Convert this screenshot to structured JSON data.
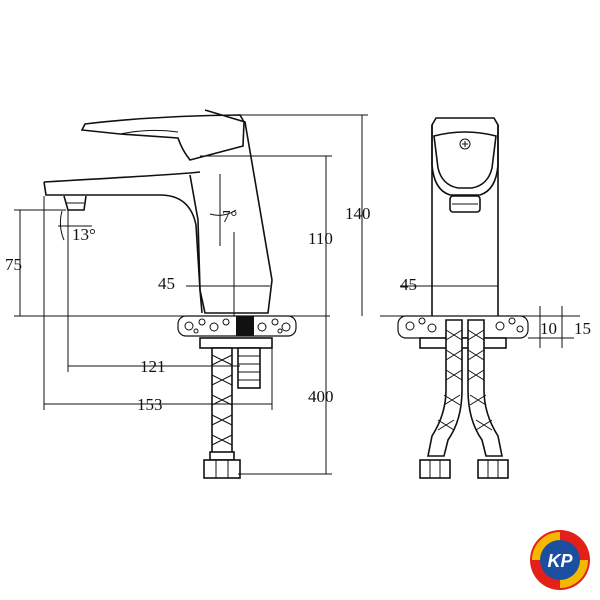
{
  "dimensions": {
    "height_total": "140",
    "height_spout": "110",
    "height_outlet": "75",
    "angle_spout": "13°",
    "angle_body": "7°",
    "body_width_side": "45",
    "body_width_front": "45",
    "reach_outlet": "121",
    "reach_total": "153",
    "hose_length": "400",
    "plate_thickness": "10",
    "mount_thickness": "15"
  },
  "logo": {
    "text": "KP",
    "colors": [
      "#e32119",
      "#f5b800",
      "#1d4fa0"
    ]
  }
}
